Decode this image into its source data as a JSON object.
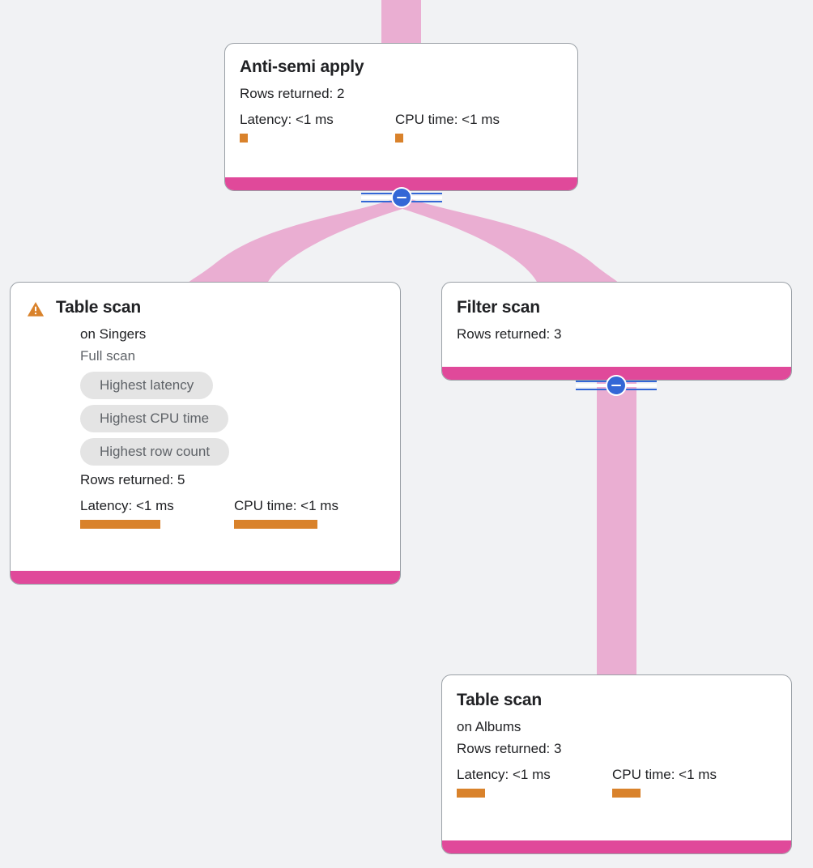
{
  "theme": {
    "background": "#f1f2f4",
    "card_background": "#ffffff",
    "card_border": "#9aa0a6",
    "accent_bar": "#e0499a",
    "edge_flow": "#eaaed2",
    "metric_bar": "#d9822b",
    "warning": "#d9822b",
    "chip_background": "#e4e4e4",
    "chip_text": "#5f6368",
    "toggle": "#3367d6"
  },
  "graph": {
    "type": "query-execution-plan",
    "nodes": [
      {
        "id": "anti-semi-apply",
        "title": "Anti-semi apply",
        "rows_returned_label": "Rows returned: 2",
        "latency_label": "Latency: <1 ms",
        "cpu_label": "CPU time: <1 ms",
        "latency_bar_width": 10,
        "cpu_bar_width": 10,
        "has_warning": false
      },
      {
        "id": "table-scan-singers",
        "title": "Table scan",
        "subtitle": "on Singers",
        "scan_type": "Full scan",
        "chips": [
          "Highest latency",
          "Highest CPU time",
          "Highest row count"
        ],
        "rows_returned_label": "Rows returned: 5",
        "latency_label": "Latency: <1 ms",
        "cpu_label": "CPU time: <1 ms",
        "latency_bar_width": 99,
        "cpu_bar_width": 103,
        "has_warning": true
      },
      {
        "id": "filter-scan",
        "title": "Filter scan",
        "rows_returned_label": "Rows returned: 3",
        "has_warning": false
      },
      {
        "id": "table-scan-albums",
        "title": "Table scan",
        "subtitle": "on Albums",
        "rows_returned_label": "Rows returned: 3",
        "latency_label": "Latency: <1 ms",
        "cpu_label": "CPU time: <1 ms",
        "latency_bar_width": 35,
        "cpu_bar_width": 35,
        "has_warning": false
      }
    ],
    "toggles": [
      {
        "id": "toggle-anti-semi-apply",
        "state": "expanded",
        "glyph": "minus"
      },
      {
        "id": "toggle-filter-scan",
        "state": "expanded",
        "glyph": "minus"
      }
    ],
    "edges": [
      {
        "from": "parent",
        "to": "anti-semi-apply"
      },
      {
        "from": "anti-semi-apply",
        "to": "table-scan-singers"
      },
      {
        "from": "anti-semi-apply",
        "to": "filter-scan"
      },
      {
        "from": "filter-scan",
        "to": "table-scan-albums"
      }
    ]
  }
}
